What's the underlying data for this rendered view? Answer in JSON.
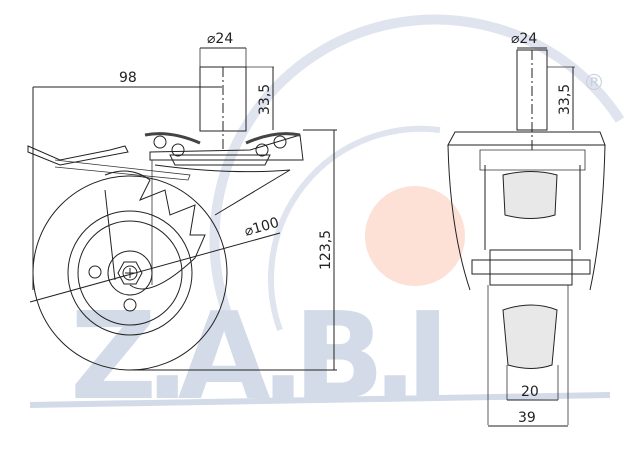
{
  "watermark": {
    "logo_text": "Z.A.B.I",
    "registered_mark": "®",
    "colors": {
      "logo": "#d3dae8",
      "circle": "#fde0d6"
    }
  },
  "side_view": {
    "stem_diameter": "⌀24",
    "offset": "98",
    "stem_height": "33,5",
    "wheel_diameter": "⌀100",
    "total_height": "123,5"
  },
  "front_view": {
    "stem_diameter": "⌀24",
    "stem_height": "33,5",
    "tread_width": "20",
    "overall_width": "39"
  }
}
